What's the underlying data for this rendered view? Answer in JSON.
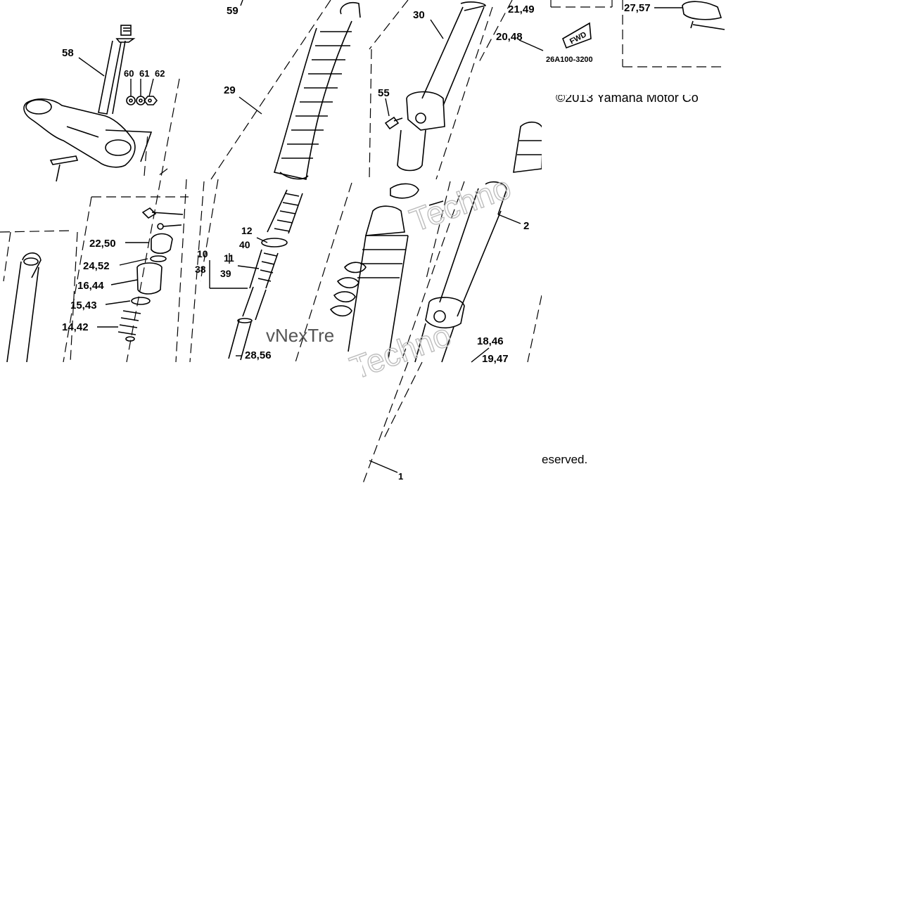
{
  "diagram": {
    "part_labels": [
      {
        "id": "p59",
        "text": "59"
      },
      {
        "id": "p58",
        "text": "58"
      },
      {
        "id": "p60",
        "text": "60"
      },
      {
        "id": "p61",
        "text": "61"
      },
      {
        "id": "p62",
        "text": "62"
      },
      {
        "id": "p29",
        "text": "29"
      },
      {
        "id": "p30",
        "text": "30"
      },
      {
        "id": "p55",
        "text": "55"
      },
      {
        "id": "p2149",
        "text": "21,49"
      },
      {
        "id": "p2048",
        "text": "20,48"
      },
      {
        "id": "p2757",
        "text": "27,57"
      },
      {
        "id": "p2250",
        "text": "22,50"
      },
      {
        "id": "p2452",
        "text": "24,52"
      },
      {
        "id": "p1644",
        "text": "16,44"
      },
      {
        "id": "p1543",
        "text": "15,43"
      },
      {
        "id": "p1442",
        "text": "14,42"
      },
      {
        "id": "p12",
        "text": "12"
      },
      {
        "id": "p40",
        "text": "40"
      },
      {
        "id": "p10",
        "text": "10"
      },
      {
        "id": "p38",
        "text": "38"
      },
      {
        "id": "p11",
        "text": "11"
      },
      {
        "id": "p39",
        "text": "39"
      },
      {
        "id": "p2856",
        "text": "28,56"
      },
      {
        "id": "p2",
        "text": "2"
      },
      {
        "id": "p1846",
        "text": "18,46"
      },
      {
        "id": "p1947",
        "text": "19,47"
      },
      {
        "id": "p1",
        "text": "1"
      }
    ],
    "fwd_tag": "FWD",
    "part_code": "26A100-3200",
    "copyright": "©2013 Yamaha Motor Co",
    "reserved_fragment": "eserved.",
    "watermarks": [
      "Techno",
      "vNexTre",
      "Techno"
    ]
  }
}
